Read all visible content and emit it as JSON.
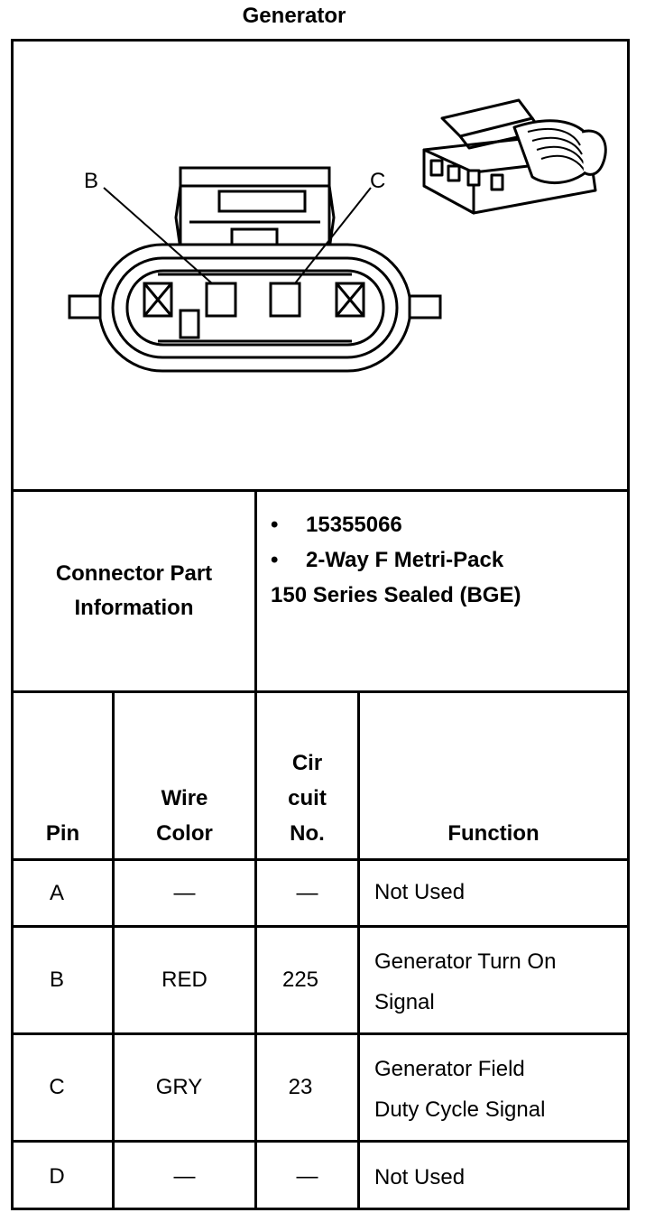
{
  "title": "Generator",
  "diagram": {
    "label_b": "B",
    "label_c": "C"
  },
  "connector_info": {
    "label_line1": "Connector Part",
    "label_line2": "Information",
    "bullet": "•",
    "part_number": "15355066",
    "description_line1": "2-Way F Metri-Pack",
    "description_line2": "150 Series Sealed (BGE)"
  },
  "pin_table": {
    "headers": {
      "pin": "Pin",
      "wire_line1": "Wire",
      "wire_line2": "Color",
      "cir_line1": "Cir",
      "cir_line2": "cuit",
      "cir_line3": "No.",
      "function": "Function"
    },
    "rows": [
      {
        "pin": "A",
        "color": "—",
        "circuit": "—",
        "func_line1": "Not Used",
        "func_line2": ""
      },
      {
        "pin": "B",
        "color": "RED",
        "circuit": "225",
        "func_line1": "Generator Turn On",
        "func_line2": "Signal"
      },
      {
        "pin": "C",
        "color": "GRY",
        "circuit": "23",
        "func_line1": "Generator Field",
        "func_line2": "Duty Cycle Signal"
      },
      {
        "pin": "D",
        "color": "—",
        "circuit": "—",
        "func_line1": "Not Used",
        "func_line2": ""
      }
    ]
  }
}
